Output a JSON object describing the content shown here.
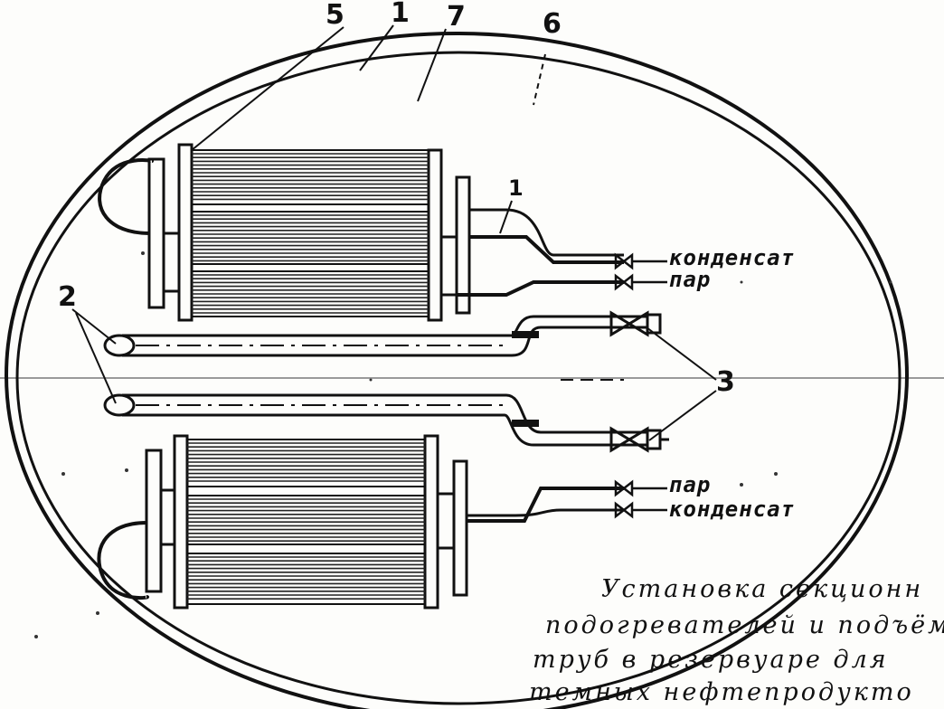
{
  "labels": {
    "heater_left_top": "5",
    "tank_wall": "1",
    "outer_contour": "7",
    "tank_region": "6",
    "heater_outlet": "1",
    "lift_pipe_ends": "2",
    "valves": "3"
  },
  "flows": {
    "upper_condensate": "конденсат",
    "upper_steam": "пар",
    "lower_steam": "пар",
    "lower_condensate": "конденсат"
  },
  "caption": {
    "line1": "Установка секционн",
    "line2": "подогревателей и подъём",
    "line3": "труб в резервуаре для",
    "line4": "темных нефтепродукто"
  }
}
